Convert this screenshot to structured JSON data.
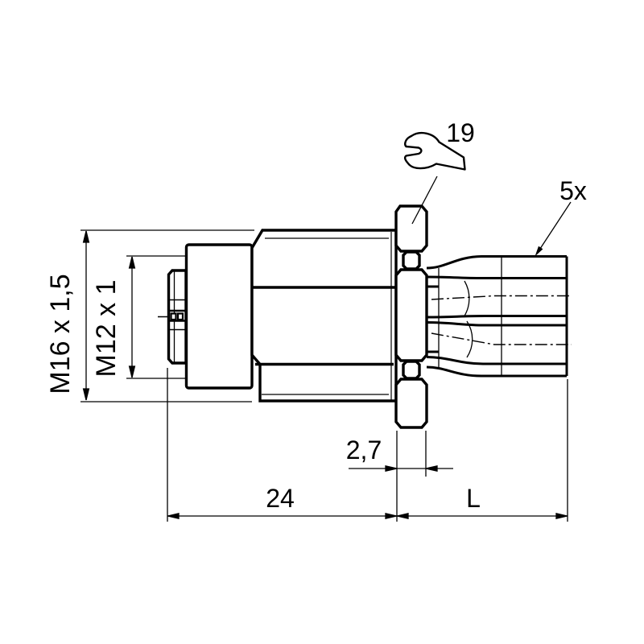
{
  "drawing": {
    "type": "technical-drawing",
    "subject": "cable-connector-side-view",
    "background_color": "#ffffff",
    "line_color": "#000000",
    "callouts": {
      "wrench_size": "19",
      "conductor_count": "5x"
    },
    "dimensions": {
      "thread_outer": "M16 x 1,5",
      "thread_inner": "M12 x 1",
      "nut_thickness": "2,7",
      "body_length": "24",
      "tail_length": "L"
    }
  }
}
